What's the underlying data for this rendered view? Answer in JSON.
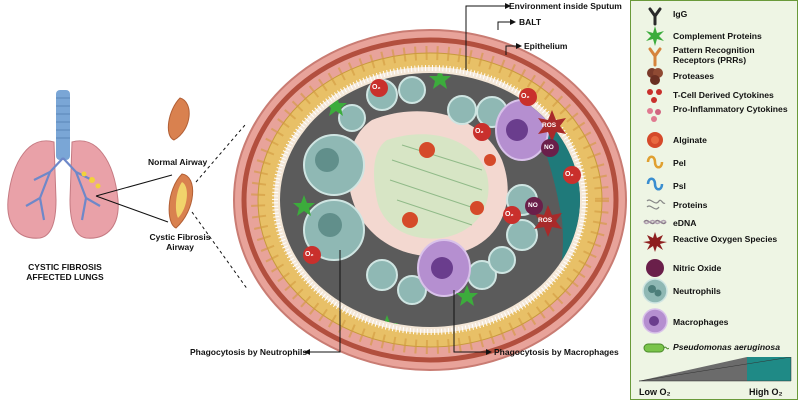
{
  "labels": {
    "lungs": "CYSTIC FIBROSIS\nAFFECTED LUNGS",
    "normal_airway": "Normal Airway",
    "cf_airway": "Cystic Fibrosis\nAirway",
    "environment": "Environment inside Sputum",
    "balt": "BALT",
    "epithelium": "Epithelium",
    "phago_neutrophils": "Phagocytosis by Neutrophils",
    "phago_macrophages": "Phagocytosis by Macrophages"
  },
  "legend": {
    "items": [
      {
        "icon": "igg-icon",
        "label": "IgG"
      },
      {
        "icon": "complement-protein-icon",
        "label": "Complement Proteins"
      },
      {
        "icon": "prr-icon",
        "label": "Pattern Recognition Receptors (PRRs)"
      },
      {
        "icon": "protease-icon",
        "label": "Proteases"
      },
      {
        "icon": "cytokine-icon",
        "label": "T-Cell Derived Cytokines"
      },
      {
        "icon": "pro-inflammatory-icon",
        "label": "Pro-Inflammatory Cytokines"
      },
      {
        "icon": "alginate-icon",
        "label": "Alginate"
      },
      {
        "icon": "pel-icon",
        "label": "Pel"
      },
      {
        "icon": "psl-icon",
        "label": "Psl"
      },
      {
        "icon": "proteins-icon",
        "label": "Proteins"
      },
      {
        "icon": "edna-icon",
        "label": "eDNA"
      },
      {
        "icon": "ros-icon",
        "label": "Reactive Oxygen Species"
      },
      {
        "icon": "nitric-oxide-icon",
        "label": "Nitric Oxide"
      },
      {
        "icon": "neutrophil-icon",
        "label": "Neutrophils"
      },
      {
        "icon": "macrophage-icon",
        "label": "Macrophages"
      },
      {
        "icon": "pseudomonas-icon",
        "label": "Pseudomonas aeruginosa"
      }
    ],
    "low_o2": "Low O₂",
    "high_o2": "High O₂"
  },
  "markers": {
    "o2": "O₂",
    "ros": "ROS",
    "no": "NO"
  },
  "colors": {
    "outer_ring": "#e8a39a",
    "balt_ring": "#c9734f",
    "epithelium": "#e8c067",
    "lumen_dark": "#5b5b5b",
    "lumen_teal": "#1f7a7a",
    "biofilm": "#f3d8d0",
    "neutrophil": "#8fb8b4",
    "macrophage": "#b58fd0",
    "legend_bg": "#eef5e4",
    "legend_border": "#6a9a3a",
    "complement": "#3cac3c",
    "ros": "#b83030",
    "no": "#6a1f4a"
  }
}
